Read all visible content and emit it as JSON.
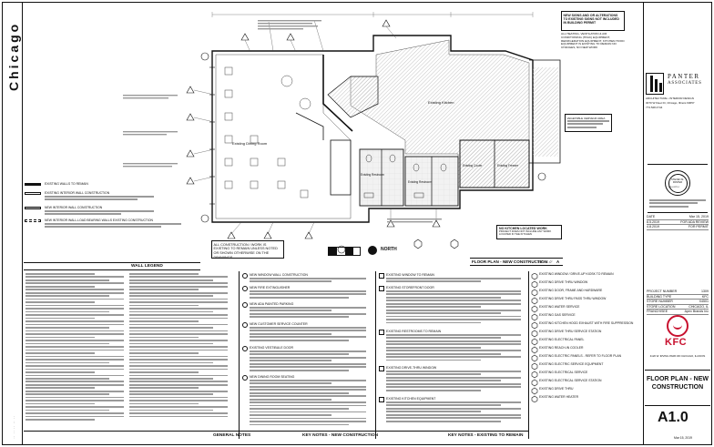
{
  "city_label": "Chicago",
  "top_notes": {
    "box1_title": "NEW SIGNS AND OR ALTERATIONS TO EXISTING SIGNS NOT INCLUDED IN BUILDING PERMIT",
    "box2_title": "ALL HEATING, VENTILATION & AIR CONDITIONING (HVAC) EQUIPMENT, REFRIGERATION EQUIPMENT, KITCHEN HOOD EQUIPMENT IS EXISTING TO REMAIN NO CHANGES, NO NEW WORK"
  },
  "firm": {
    "name_line1": "PANTER",
    "name_line2": "ASSOCIATES",
    "subtitle": "ARCHITECTURE • INTERIOR DESIGN",
    "address": "3070 W Fleet Dr, Chicago, Illinois 60657",
    "phone": "773.528.4744"
  },
  "seal": {
    "name": "STEVEN M. PANTER",
    "number": "001-012714"
  },
  "kitchen_note": "VEGETABLE CERVEUR AREA",
  "plan": {
    "room_labels": [
      "Existing Dining Room",
      "Existing Kitchen",
      "Existing Restroom",
      "Existing Restroom",
      "Existing Cooler",
      "Existing Freezer"
    ],
    "general_note": "ALL CONSTRUCTION / WORK IS EXISTING TO REMAIN UNLESS NOTED OR SHOWN OTHERWISE ON THE DRAWINGS",
    "north_label": "NORTH",
    "scale_text": "1/8\" = 1'-0\"",
    "no_kitchen_work": "NO KITCHEN LOCATED WORK",
    "no_kitchen_sub": "PROJECT DOES NOT INCLUDE ANY WORK LOCATED IN THE KITCHEN"
  },
  "plan_title": "FLOOR PLAN - NEW CONSTRUCTION",
  "plan_scale": "1/8\" = 1'-0\"",
  "plan_tag": "A",
  "wall_legend": {
    "title": "WALL LEGEND",
    "items": [
      "EXISTING WALLS TO REMAIN",
      "EXISTING INTERIOR WALL CONSTRUCTION",
      "NEW INTERIOR WALL CONSTRUCTION",
      "NEW INTERIOR WALL-LOAD BEARING WALLS EXISTING CONSTRUCTION"
    ]
  },
  "general_notes_title": "GENERAL NOTES",
  "key_notes_new_title": "KEY NOTES - NEW CONSTRUCTION",
  "key_notes_existing_title": "KEY NOTES - EXISTING TO REMAIN",
  "key_notes_new": [
    "NEW WINDOW WALL CONSTRUCTION",
    "NEW FIRE EXTINGUISHER",
    "NEW ADA PAINTED PARKING",
    "NEW CUSTOMER SERVICE COUNTER",
    "EXISTING VESTIBULE DOOR",
    "NEW DINING ROOM SEATING"
  ],
  "key_notes_existing": [
    "EXISTING WINDOW TO REMAIN",
    "EXISTING STOREFRONT DOOR",
    "EXISTING RESTROOMS TO REMAIN",
    "EXISTING DRIVE-THRU WINDOW",
    "EXISTING KITCHEN EQUIPMENT"
  ],
  "legend_right": [
    "EXISTING WINDOW / DRIVE-UP KIOSK TO REMAIN",
    "EXISTING DRIVE THRU WINDOW",
    "EXISTING DOOR, FRAME AND HARDWARE",
    "EXISTING DRIVE THRU PASS THRU WINDOW",
    "EXISTING WATER SERVICE",
    "EXISTING GAS SERVICE",
    "EXISTING KITCHEN HOOD EXHAUST WITH FIRE SUPPRESSION",
    "EXISTING DRIVE THRU SERVICE STATION",
    "EXISTING ELECTRICAL PANEL",
    "EXISTING REACH-IN COOLER",
    "EXISTING ELECTRIC PANELS - REFER TO FLOOR PLAN",
    "EXISTING ELECTRIC SERVICE EQUIPMENT",
    "EXISTING ELECTRICAL SERVICE",
    "EXISTING ELECTRICAL SERVICE STATION",
    "EXISTING DRIVE THRU",
    "EXISTING WATER HEATER"
  ],
  "project_info": [
    {
      "k": "PROJECT NUMBER",
      "v": "1309"
    },
    {
      "k": "BUILDING TYPE",
      "v": "KFC"
    },
    {
      "k": "STORE NUMBER",
      "v": "X4501"
    },
    {
      "k": "STORE LOCATION",
      "v": "CHICAGO, IL"
    },
    {
      "k": "FRANCHISEE",
      "v": "Apex Brands Inc"
    }
  ],
  "revisions": [
    {
      "k": "DATE",
      "v": "Mar 15, 2019"
    },
    {
      "k": "8.5.2019",
      "v": "FOR ADA REVIEW"
    },
    {
      "k": "4.8.2019",
      "v": "FOR PERMIT"
    }
  ],
  "kfc_logo": "KFC",
  "kfc_sub": "4120 W. IRVING PARK RD CHICAGO, ILLINOIS",
  "sheet_title": "FLOOR PLAN - NEW CONSTRUCTION",
  "sheet_number": "A1.0",
  "plot_date": "Mar 15, 2019",
  "colors": {
    "ink": "#111111",
    "gray": "#9a9a9a",
    "hatch": "#b5b5b5",
    "kfc_red": "#c8102e"
  }
}
